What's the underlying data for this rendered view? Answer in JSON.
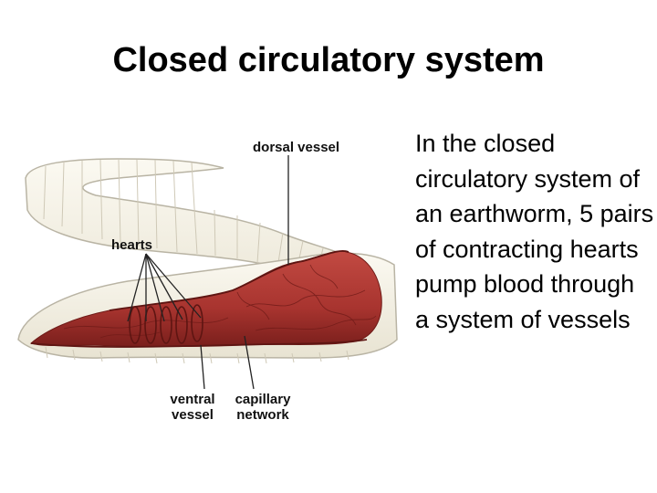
{
  "slide": {
    "title": "Closed circulatory system",
    "description": "In the closed circulatory system of an earthworm, 5 pairs of contracting hearts pump blood through a system of vessels"
  },
  "diagram": {
    "labels": {
      "dorsal_vessel": "dorsal vessel",
      "hearts": "hearts",
      "ventral_vessel": "ventral vessel",
      "capillary_network": "capillary network"
    },
    "colors": {
      "worm_body": "#f4f1e6",
      "worm_outline": "#b9b4a4",
      "blood": "#a8342f",
      "blood_dark": "#7a1f1c",
      "leader_line": "#222222"
    }
  }
}
